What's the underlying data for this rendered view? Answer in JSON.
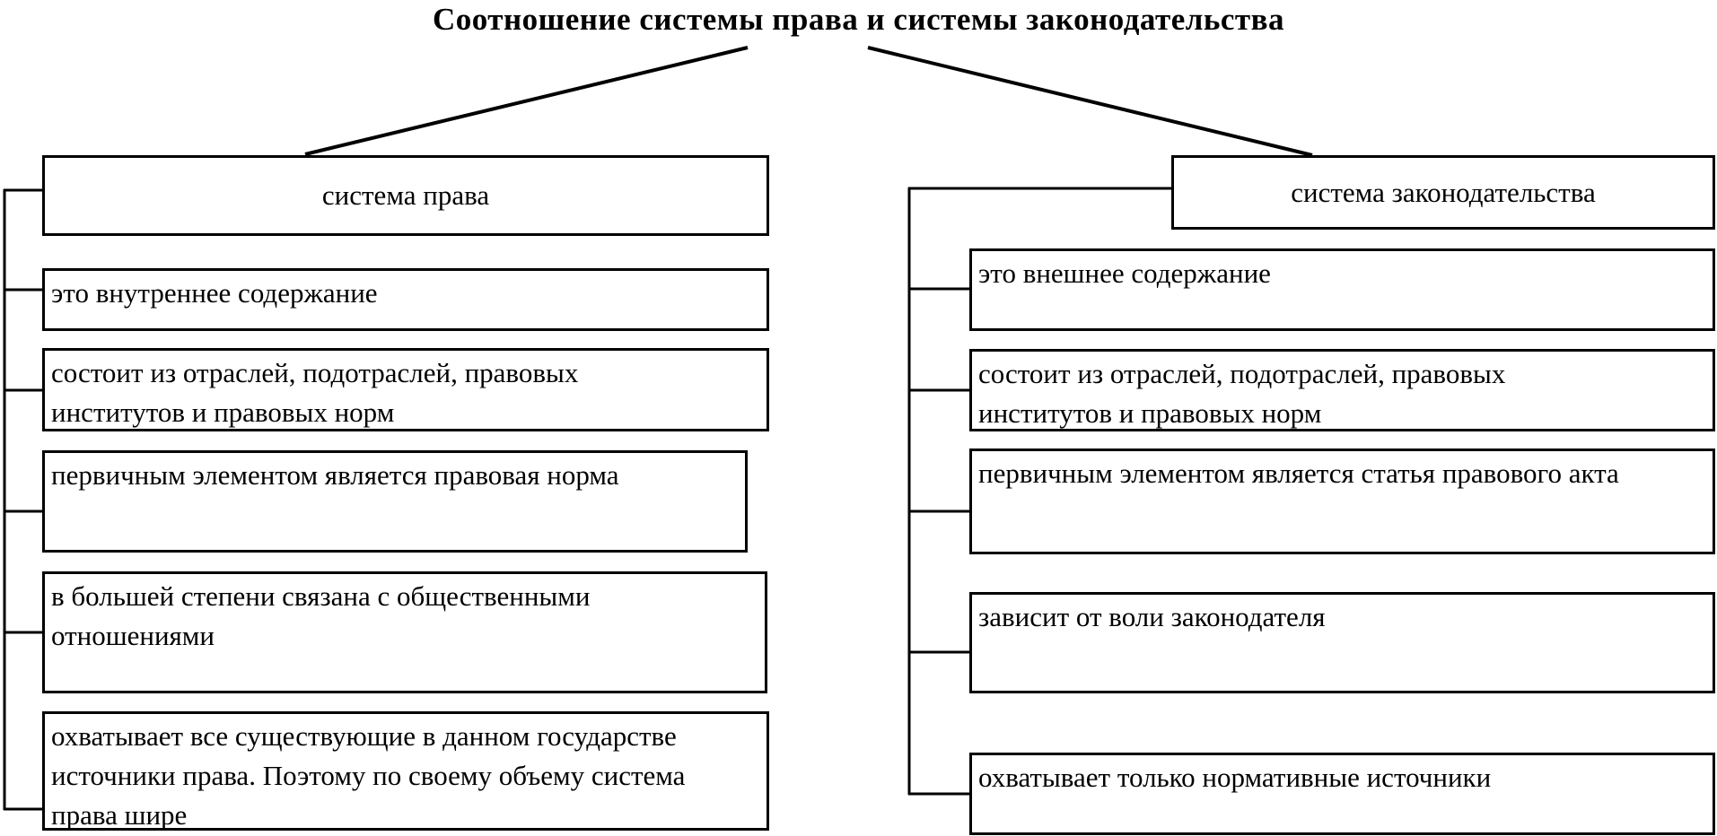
{
  "title": "Соотношение системы права и системы законодательства",
  "colors": {
    "line": "#000000",
    "background": "#ffffff",
    "text": "#000000"
  },
  "columns": [
    {
      "id": "law-system",
      "header": "система права",
      "items": [
        "это внутреннее содержание",
        "состоит из отраслей, подотраслей, правовых\nинститутов и правовых норм",
        "первичным элементом является правовая норма",
        "в большей степени связана с общественными\nотношениями",
        "охватывает все существующие в данном государстве\nисточники права. Поэтому по своему объему система\nправа шире"
      ]
    },
    {
      "id": "legislation-system",
      "header": "система законодательства",
      "items": [
        "это внешнее содержание",
        "состоит из отраслей, подотраслей, правовых\nинститутов и правовых норм",
        "первичным элементом является статья правового акта",
        "зависит от воли законодателя",
        "охватывает только нормативные источники"
      ]
    }
  ]
}
